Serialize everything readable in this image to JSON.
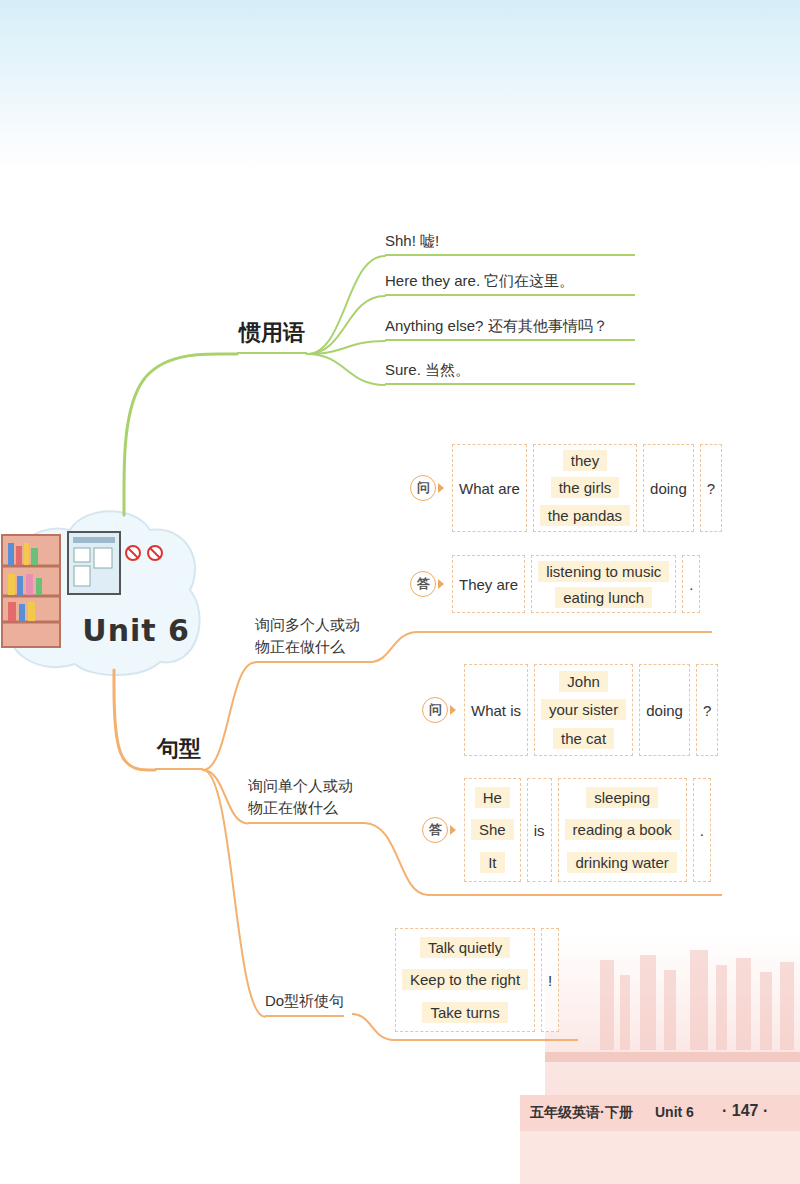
{
  "diagram": {
    "nodes": [
      {
        "text": [
          "Unit 6"
        ]
      },
      {
        "text": [
          "惯用语"
        ]
      },
      {
        "text": [
          "Shh! 嘘!"
        ]
      },
      {
        "text": [
          "Here they are. 它们在这里。"
        ]
      },
      {
        "text": [
          "Anything else? 还有其他事情吗？"
        ]
      },
      {
        "text": [
          "Sure. 当然。"
        ]
      },
      {
        "text": [
          "句型"
        ]
      },
      {
        "text": [
          "询问多个人或动物正在做什么"
        ]
      },
      {
        "text": [
          "问"
        ]
      },
      {
        "text": [
          "What are"
        ]
      },
      {
        "text": [
          "they",
          "the girls",
          "the pandas"
        ]
      },
      {
        "text": [
          "doing"
        ]
      },
      {
        "text": [
          "?"
        ]
      },
      {
        "text": [
          "答"
        ]
      },
      {
        "text": [
          "They are"
        ]
      },
      {
        "text": [
          "listening to music",
          "eating lunch"
        ]
      },
      {
        "text": [
          "."
        ]
      },
      {
        "text": [
          "询问单个人或动物正在做什么"
        ]
      },
      {
        "text": [
          "问"
        ]
      },
      {
        "text": [
          "What is"
        ]
      },
      {
        "text": [
          "John",
          "your sister",
          "the cat"
        ]
      },
      {
        "text": [
          "doing"
        ]
      },
      {
        "text": [
          "?"
        ]
      },
      {
        "text": [
          "答"
        ]
      },
      {
        "text": [
          "He",
          "She",
          "It"
        ]
      },
      {
        "text": [
          "is"
        ]
      },
      {
        "text": [
          "sleeping",
          "reading a book",
          "drinking water"
        ]
      },
      {
        "text": [
          "."
        ]
      },
      {
        "text": [
          "Do型祈使句"
        ]
      },
      {
        "text": [
          "Talk quietly",
          "Keep to the right",
          "Take turns"
        ]
      },
      {
        "text": [
          "!"
        ]
      }
    ],
    "edges": [
      {
        "from": 0,
        "to": 1,
        "arrow": "none"
      },
      {
        "from": 1,
        "to": 2,
        "arrow": "none"
      },
      {
        "from": 1,
        "to": 3,
        "arrow": "none"
      },
      {
        "from": 1,
        "to": 4,
        "arrow": "none"
      },
      {
        "from": 1,
        "to": 5,
        "arrow": "none"
      },
      {
        "from": 0,
        "to": 6,
        "arrow": "none"
      },
      {
        "from": 6,
        "to": 7,
        "arrow": "none"
      },
      {
        "from": 6,
        "to": 17,
        "arrow": "none"
      },
      {
        "from": 6,
        "to": 28,
        "arrow": "none"
      }
    ],
    "labels": [
      "五年级英语·下册",
      "Unit 6",
      "· 147 ·"
    ]
  }
}
